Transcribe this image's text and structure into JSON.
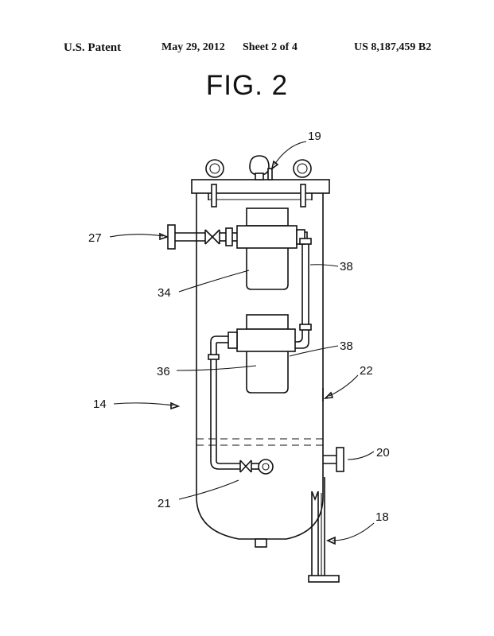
{
  "header": {
    "patent_label": "U.S. Patent",
    "date": "May 29, 2012",
    "sheet": "Sheet 2 of 4",
    "patent_number": "US 8,187,459 B2"
  },
  "figure": {
    "title": "FIG. 2",
    "ref_labels": {
      "r19": "19",
      "r27": "27",
      "r38a": "38",
      "r34": "34",
      "r38b": "38",
      "r36": "36",
      "r22": "22",
      "r14": "14",
      "r20": "20",
      "r21": "21",
      "r18": "18"
    }
  }
}
